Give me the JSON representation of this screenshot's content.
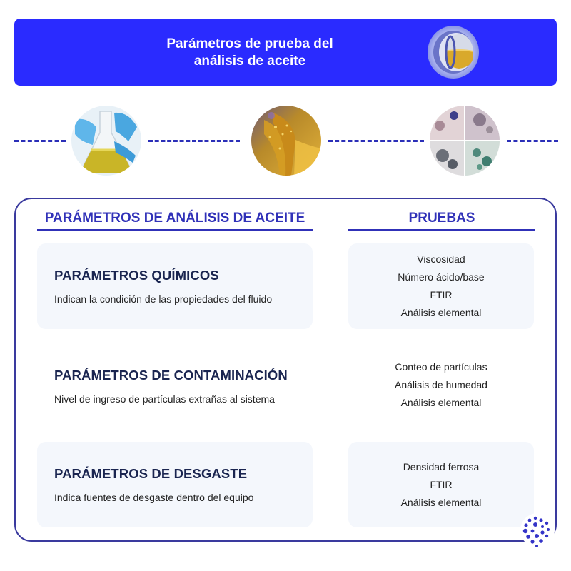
{
  "banner": {
    "title_line1": "Parámetros de prueba del",
    "title_line2": "análisis de aceite",
    "background_color": "#2a2bff",
    "icon": "oil-sight-glass-icon"
  },
  "image_strip": {
    "images": [
      {
        "name": "oil-flask-image",
        "description": "gloved hands holding flask of oil"
      },
      {
        "name": "oil-pour-image",
        "description": "golden oil pouring"
      },
      {
        "name": "particle-microscopy-image",
        "description": "four-quadrant microscope particle samples"
      }
    ],
    "connector_color": "#2b2fb8"
  },
  "table": {
    "headers": {
      "parameters": "PARÁMETROS DE ANÁLISIS DE ACEITE",
      "tests": "PRUEBAS"
    },
    "rows": [
      {
        "title": "PARÁMETROS QUÍMICOS",
        "description": "Indican la condición de las propiedades del fluido",
        "tests": [
          "Viscosidad",
          "Número ácido/base",
          "FTIR",
          "Análisis elemental"
        ]
      },
      {
        "title": "PARÁMETROS DE CONTAMINACIÓN",
        "description": "Nivel de ingreso de partículas extrañas al sistema",
        "tests": [
          "Conteo de partículas",
          "Análisis de humedad",
          "Análisis elemental"
        ]
      },
      {
        "title": "PARÁMETROS DE DESGASTE",
        "description": "Indica fuentes de desgaste dentro del equipo",
        "tests": [
          "Densidad ferrosa",
          "FTIR",
          "Análisis elemental"
        ]
      }
    ]
  },
  "colors": {
    "accent": "#3031b8",
    "panel_border": "#3a3a9e",
    "card_bg": "#f4f7fc",
    "title_text": "#1a2550"
  },
  "logo": {
    "icon": "dots-logo-icon"
  }
}
